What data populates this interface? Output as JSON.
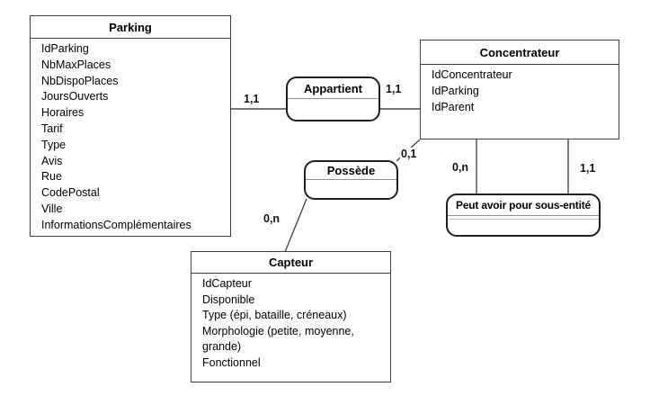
{
  "entities": {
    "parking": {
      "title": "Parking",
      "attributes": [
        "IdParking",
        "NbMaxPlaces",
        "NbDispoPlaces",
        "JoursOuverts",
        "Horaires",
        "Tarif",
        "Type",
        "Avis",
        "Rue",
        "CodePostal",
        "Ville",
        "InformationsComplémentaires"
      ]
    },
    "concentrateur": {
      "title": "Concentrateur",
      "attributes": [
        "IdConcentrateur",
        "IdParking",
        "IdParent"
      ]
    },
    "capteur": {
      "title": "Capteur",
      "attributes": [
        "IdCapteur",
        "Disponible",
        "Type (épi, bataille, créneaux)",
        "Morphologie (petite, moyenne, grande)",
        "Fonctionnel"
      ]
    }
  },
  "associations": {
    "appartient": {
      "title": "Appartient"
    },
    "possede": {
      "title": "Possède"
    },
    "sous_entite": {
      "title": "Peut avoir pour sous-entité"
    }
  },
  "cardinalities": {
    "parking_appartient": "1,1",
    "concentrateur_appartient": "1,1",
    "concentrateur_possede": "0,1",
    "capteur_possede": "0,n",
    "sous_entite_parent": "0,n",
    "sous_entite_child": "1,1"
  },
  "colors": {
    "background": "#ffffff",
    "entity_border": "#404040",
    "association_border": "#1f1f1f",
    "association_separator": "#909090",
    "connector": "#4a4a4a",
    "text": "#000000"
  }
}
